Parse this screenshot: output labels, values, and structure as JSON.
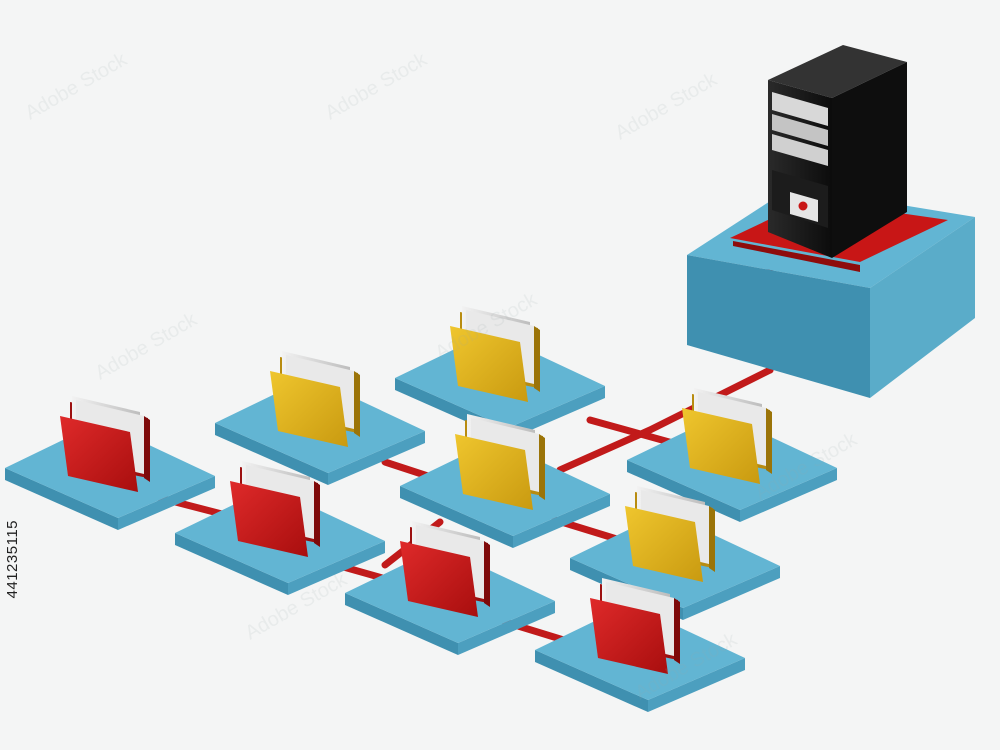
{
  "image": {
    "stock_id": "441235115",
    "watermark_text": "Adobe Stock",
    "colors": {
      "background": "#f4f5f5",
      "platform_top": "#62b5d3",
      "platform_side": "#3f90b0",
      "cable": "#c11a1a",
      "folder_yellow": "#e0b21c",
      "folder_red": "#c81818",
      "server_body": "#151515"
    },
    "folders": [
      {
        "color": "red"
      },
      {
        "color": "red"
      },
      {
        "color": "yellow"
      },
      {
        "color": "yellow"
      },
      {
        "color": "yellow"
      },
      {
        "color": "red"
      },
      {
        "color": "yellow"
      },
      {
        "color": "yellow"
      },
      {
        "color": "red"
      }
    ]
  }
}
